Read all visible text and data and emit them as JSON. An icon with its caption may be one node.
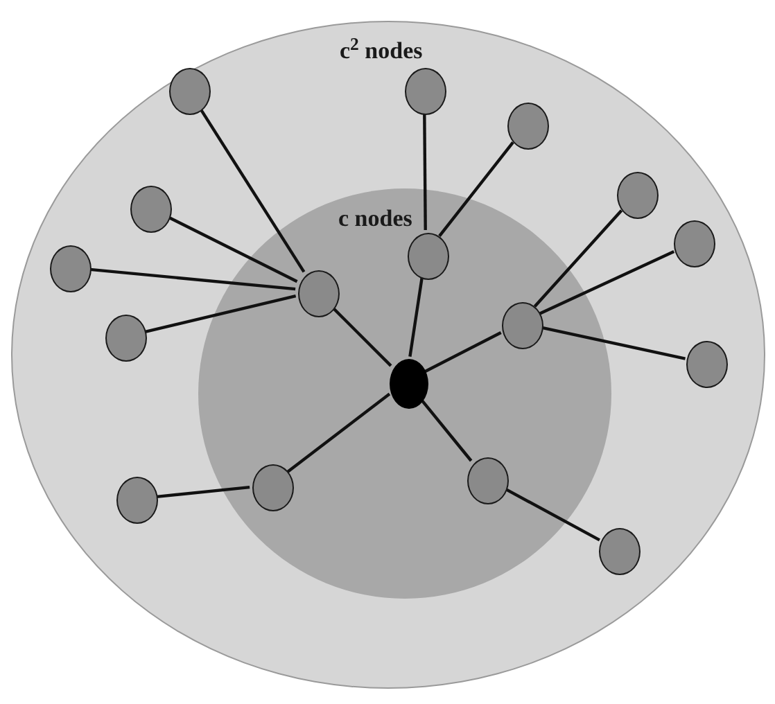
{
  "diagram": {
    "nodes": [
      {
        "text": [
          "c$^{2}$ nodes"
        ]
      },
      {
        "text": [
          "c nodes"
        ],
        "in": 0
      },
      {
        "text": [],
        "shape": "circle",
        "in": 1
      },
      {
        "text": [],
        "shape": "circle",
        "in": 1
      },
      {
        "text": [],
        "shape": "circle",
        "in": 1
      },
      {
        "text": [],
        "shape": "circle",
        "in": 1
      },
      {
        "text": [],
        "shape": "circle",
        "in": 1
      },
      {
        "text": [],
        "shape": "circle",
        "in": 1
      },
      {
        "text": [],
        "shape": "circle",
        "in": 0
      },
      {
        "text": [],
        "shape": "circle",
        "in": 0
      },
      {
        "text": [],
        "shape": "circle",
        "in": 0
      },
      {
        "text": [],
        "shape": "circle",
        "in": 0
      },
      {
        "text": [],
        "shape": "circle",
        "in": 0
      },
      {
        "text": [],
        "shape": "circle",
        "in": 0
      },
      {
        "text": [],
        "shape": "circle",
        "in": 0
      },
      {
        "text": [],
        "shape": "circle",
        "in": 0
      },
      {
        "text": [],
        "shape": "circle",
        "in": 0
      },
      {
        "text": [],
        "shape": "circle",
        "in": 0
      },
      {
        "text": [],
        "shape": "circle",
        "in": 0
      }
    ],
    "edges": [
      {
        "from": 2,
        "to": 3,
        "arrow": "none"
      },
      {
        "from": 2,
        "to": 4,
        "arrow": "none"
      },
      {
        "from": 2,
        "to": 5,
        "arrow": "none"
      },
      {
        "from": 2,
        "to": 6,
        "arrow": "none"
      },
      {
        "from": 2,
        "to": 7,
        "arrow": "none"
      },
      {
        "from": 3,
        "to": 8,
        "arrow": "none"
      },
      {
        "from": 3,
        "to": 9,
        "arrow": "none"
      },
      {
        "from": 3,
        "to": 10,
        "arrow": "none"
      },
      {
        "from": 3,
        "to": 11,
        "arrow": "none"
      },
      {
        "from": 4,
        "to": 12,
        "arrow": "none"
      },
      {
        "from": 4,
        "to": 13,
        "arrow": "none"
      },
      {
        "from": 5,
        "to": 14,
        "arrow": "none"
      },
      {
        "from": 5,
        "to": 15,
        "arrow": "none"
      },
      {
        "from": 5,
        "to": 16,
        "arrow": "none"
      },
      {
        "from": 6,
        "to": 17,
        "arrow": "none"
      },
      {
        "from": 7,
        "to": 18,
        "arrow": "none"
      }
    ]
  }
}
